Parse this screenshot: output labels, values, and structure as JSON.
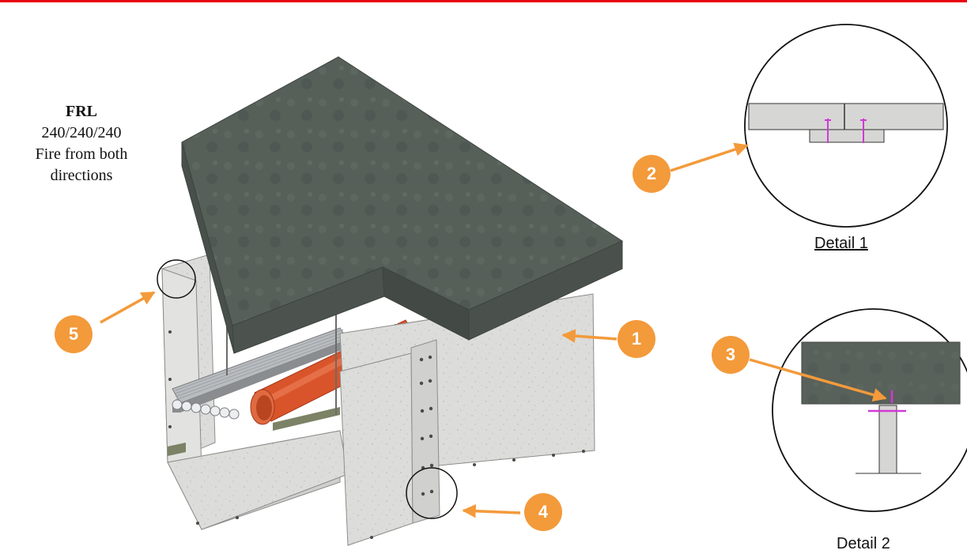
{
  "frl": {
    "heading": "FRL",
    "rating": "240/240/240",
    "line1": "Fire from both",
    "line2": "directions"
  },
  "details": {
    "detail1": "Detail 1",
    "detail2": "Detail 2"
  },
  "callouts": [
    "1",
    "2",
    "3",
    "4",
    "5"
  ],
  "colors": {
    "callout": "#f39a3b",
    "arrow": "#f39a3b",
    "header_line": "#e8000d",
    "slab": "#4f5550",
    "concrete": "#d9d9d7",
    "pipe": "#d9542a",
    "fixing": "#d03ad6"
  }
}
